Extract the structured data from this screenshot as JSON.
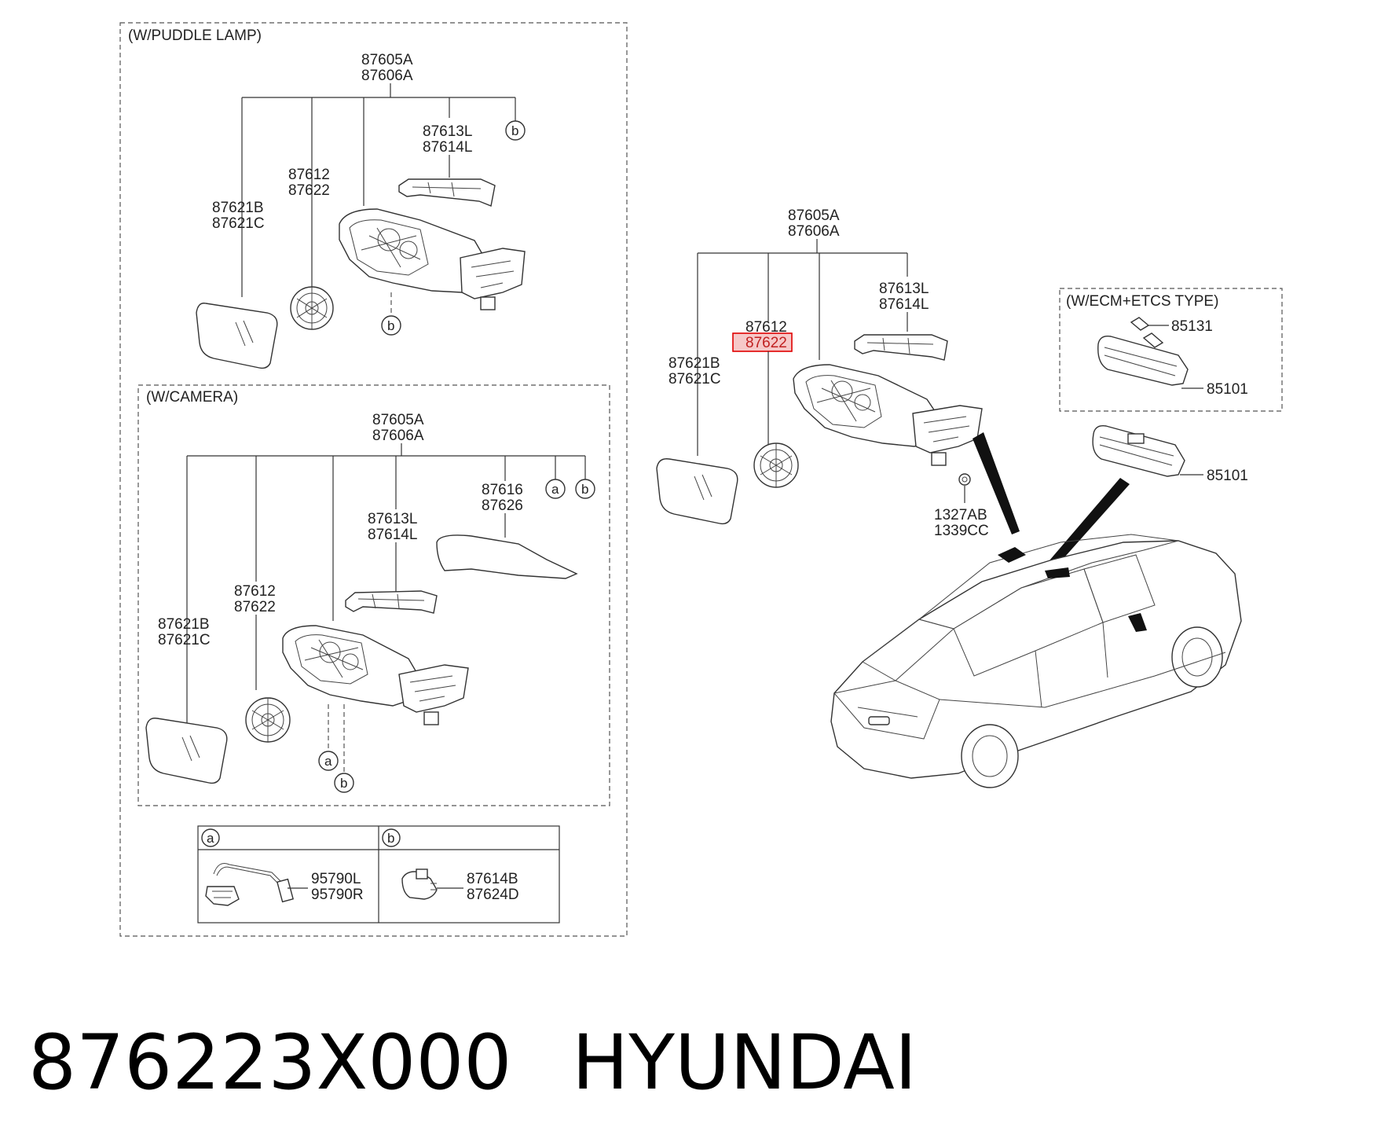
{
  "sections": {
    "puddle_lamp": "(W/PUDDLE LAMP)",
    "camera": "(W/CAMERA)",
    "ecm_etcs": "(W/ECM+ETCS TYPE)"
  },
  "puddle_lamp": {
    "assembly": [
      "87605A",
      "87606A"
    ],
    "glass": [
      "87621B",
      "87621C"
    ],
    "actuator": [
      "87612",
      "87622"
    ],
    "lamp": [
      "87613L",
      "87614L"
    ],
    "ref_b_top": "b",
    "ref_b_bottom": "b"
  },
  "camera": {
    "assembly": [
      "87605A",
      "87606A"
    ],
    "glass": [
      "87621B",
      "87621C"
    ],
    "actuator": [
      "87612",
      "87622"
    ],
    "lamp": [
      "87613L",
      "87614L"
    ],
    "cover": [
      "87616",
      "87626"
    ],
    "ref_a_top": "a",
    "ref_b_top": "b",
    "ref_a_bottom": "a",
    "ref_b_bottom": "b"
  },
  "legend": {
    "a_label": "a",
    "b_label": "b",
    "a_parts": [
      "95790L",
      "95790R"
    ],
    "b_parts": [
      "87614B",
      "87624D"
    ]
  },
  "main": {
    "assembly": [
      "87605A",
      "87606A"
    ],
    "glass": [
      "87621B",
      "87621C"
    ],
    "actuator": [
      "87612",
      "87622"
    ],
    "lamp": [
      "87613L",
      "87614L"
    ],
    "fastener": [
      "1327AB",
      "1339CC"
    ]
  },
  "ecm_etcs": {
    "bulb": "85131",
    "mirror": "85101"
  },
  "inside_mirror": "85101",
  "footer": {
    "part_number": "876223X000",
    "brand": "HYUNDAI"
  },
  "highlight_color": "#e00000"
}
